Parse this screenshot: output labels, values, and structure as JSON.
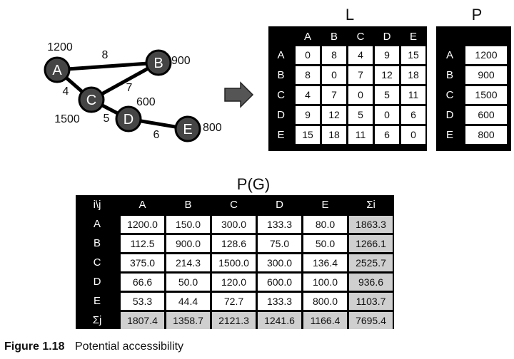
{
  "graph": {
    "nodes": [
      {
        "id": "A",
        "label": "A",
        "weight": "1200"
      },
      {
        "id": "B",
        "label": "B",
        "weight": "900"
      },
      {
        "id": "C",
        "label": "C",
        "weight": "1500"
      },
      {
        "id": "D",
        "label": "D",
        "weight": "600"
      },
      {
        "id": "E",
        "label": "E",
        "weight": "800"
      }
    ],
    "edges": [
      {
        "from": "A",
        "to": "B",
        "label": "8"
      },
      {
        "from": "A",
        "to": "C",
        "label": "4"
      },
      {
        "from": "B",
        "to": "C",
        "label": "7"
      },
      {
        "from": "C",
        "to": "D",
        "label": "5"
      },
      {
        "from": "D",
        "to": "E",
        "label": "6"
      }
    ]
  },
  "arrow_icon": "right-arrow-icon",
  "matrix_L": {
    "title": "L",
    "columns": [
      "A",
      "B",
      "C",
      "D",
      "E"
    ],
    "rows": [
      {
        "label": "A",
        "cells": [
          "0",
          "8",
          "4",
          "9",
          "15"
        ]
      },
      {
        "label": "B",
        "cells": [
          "8",
          "0",
          "7",
          "12",
          "18"
        ]
      },
      {
        "label": "C",
        "cells": [
          "4",
          "7",
          "0",
          "5",
          "11"
        ]
      },
      {
        "label": "D",
        "cells": [
          "9",
          "12",
          "5",
          "0",
          "6"
        ]
      },
      {
        "label": "E",
        "cells": [
          "15",
          "18",
          "11",
          "6",
          "0"
        ]
      }
    ]
  },
  "vector_P": {
    "title": "P",
    "rows": [
      {
        "label": "A",
        "value": "1200"
      },
      {
        "label": "B",
        "value": "900"
      },
      {
        "label": "C",
        "value": "1500"
      },
      {
        "label": "D",
        "value": "600"
      },
      {
        "label": "E",
        "value": "800"
      }
    ]
  },
  "matrix_PG": {
    "title": "P(G)",
    "corner": "i\\j",
    "columns": [
      "A",
      "B",
      "C",
      "D",
      "E",
      "Σi"
    ],
    "rows": [
      {
        "label": "A",
        "cells": [
          "1200.0",
          "150.0",
          "300.0",
          "133.3",
          "80.0",
          "1863.3"
        ]
      },
      {
        "label": "B",
        "cells": [
          "112.5",
          "900.0",
          "128.6",
          "75.0",
          "50.0",
          "1266.1"
        ]
      },
      {
        "label": "C",
        "cells": [
          "375.0",
          "214.3",
          "1500.0",
          "300.0",
          "136.4",
          "2525.7"
        ]
      },
      {
        "label": "D",
        "cells": [
          "66.6",
          "50.0",
          "120.0",
          "600.0",
          "100.0",
          "936.6"
        ]
      },
      {
        "label": "E",
        "cells": [
          "53.3",
          "44.4",
          "72.7",
          "133.3",
          "800.0",
          "1103.7"
        ]
      },
      {
        "label": "Σj",
        "cells": [
          "1807.4",
          "1358.7",
          "2121.3",
          "1241.6",
          "1166.4",
          "7695.4"
        ]
      }
    ]
  },
  "colors": {
    "node_fill": "#454545",
    "node_stroke": "#000000",
    "frame": "#000000",
    "sum_cell": "#cfcfcf",
    "arrow_fill": "#555555"
  },
  "caption": {
    "label": "Figure 1.18",
    "text": "Potential accessibility"
  }
}
